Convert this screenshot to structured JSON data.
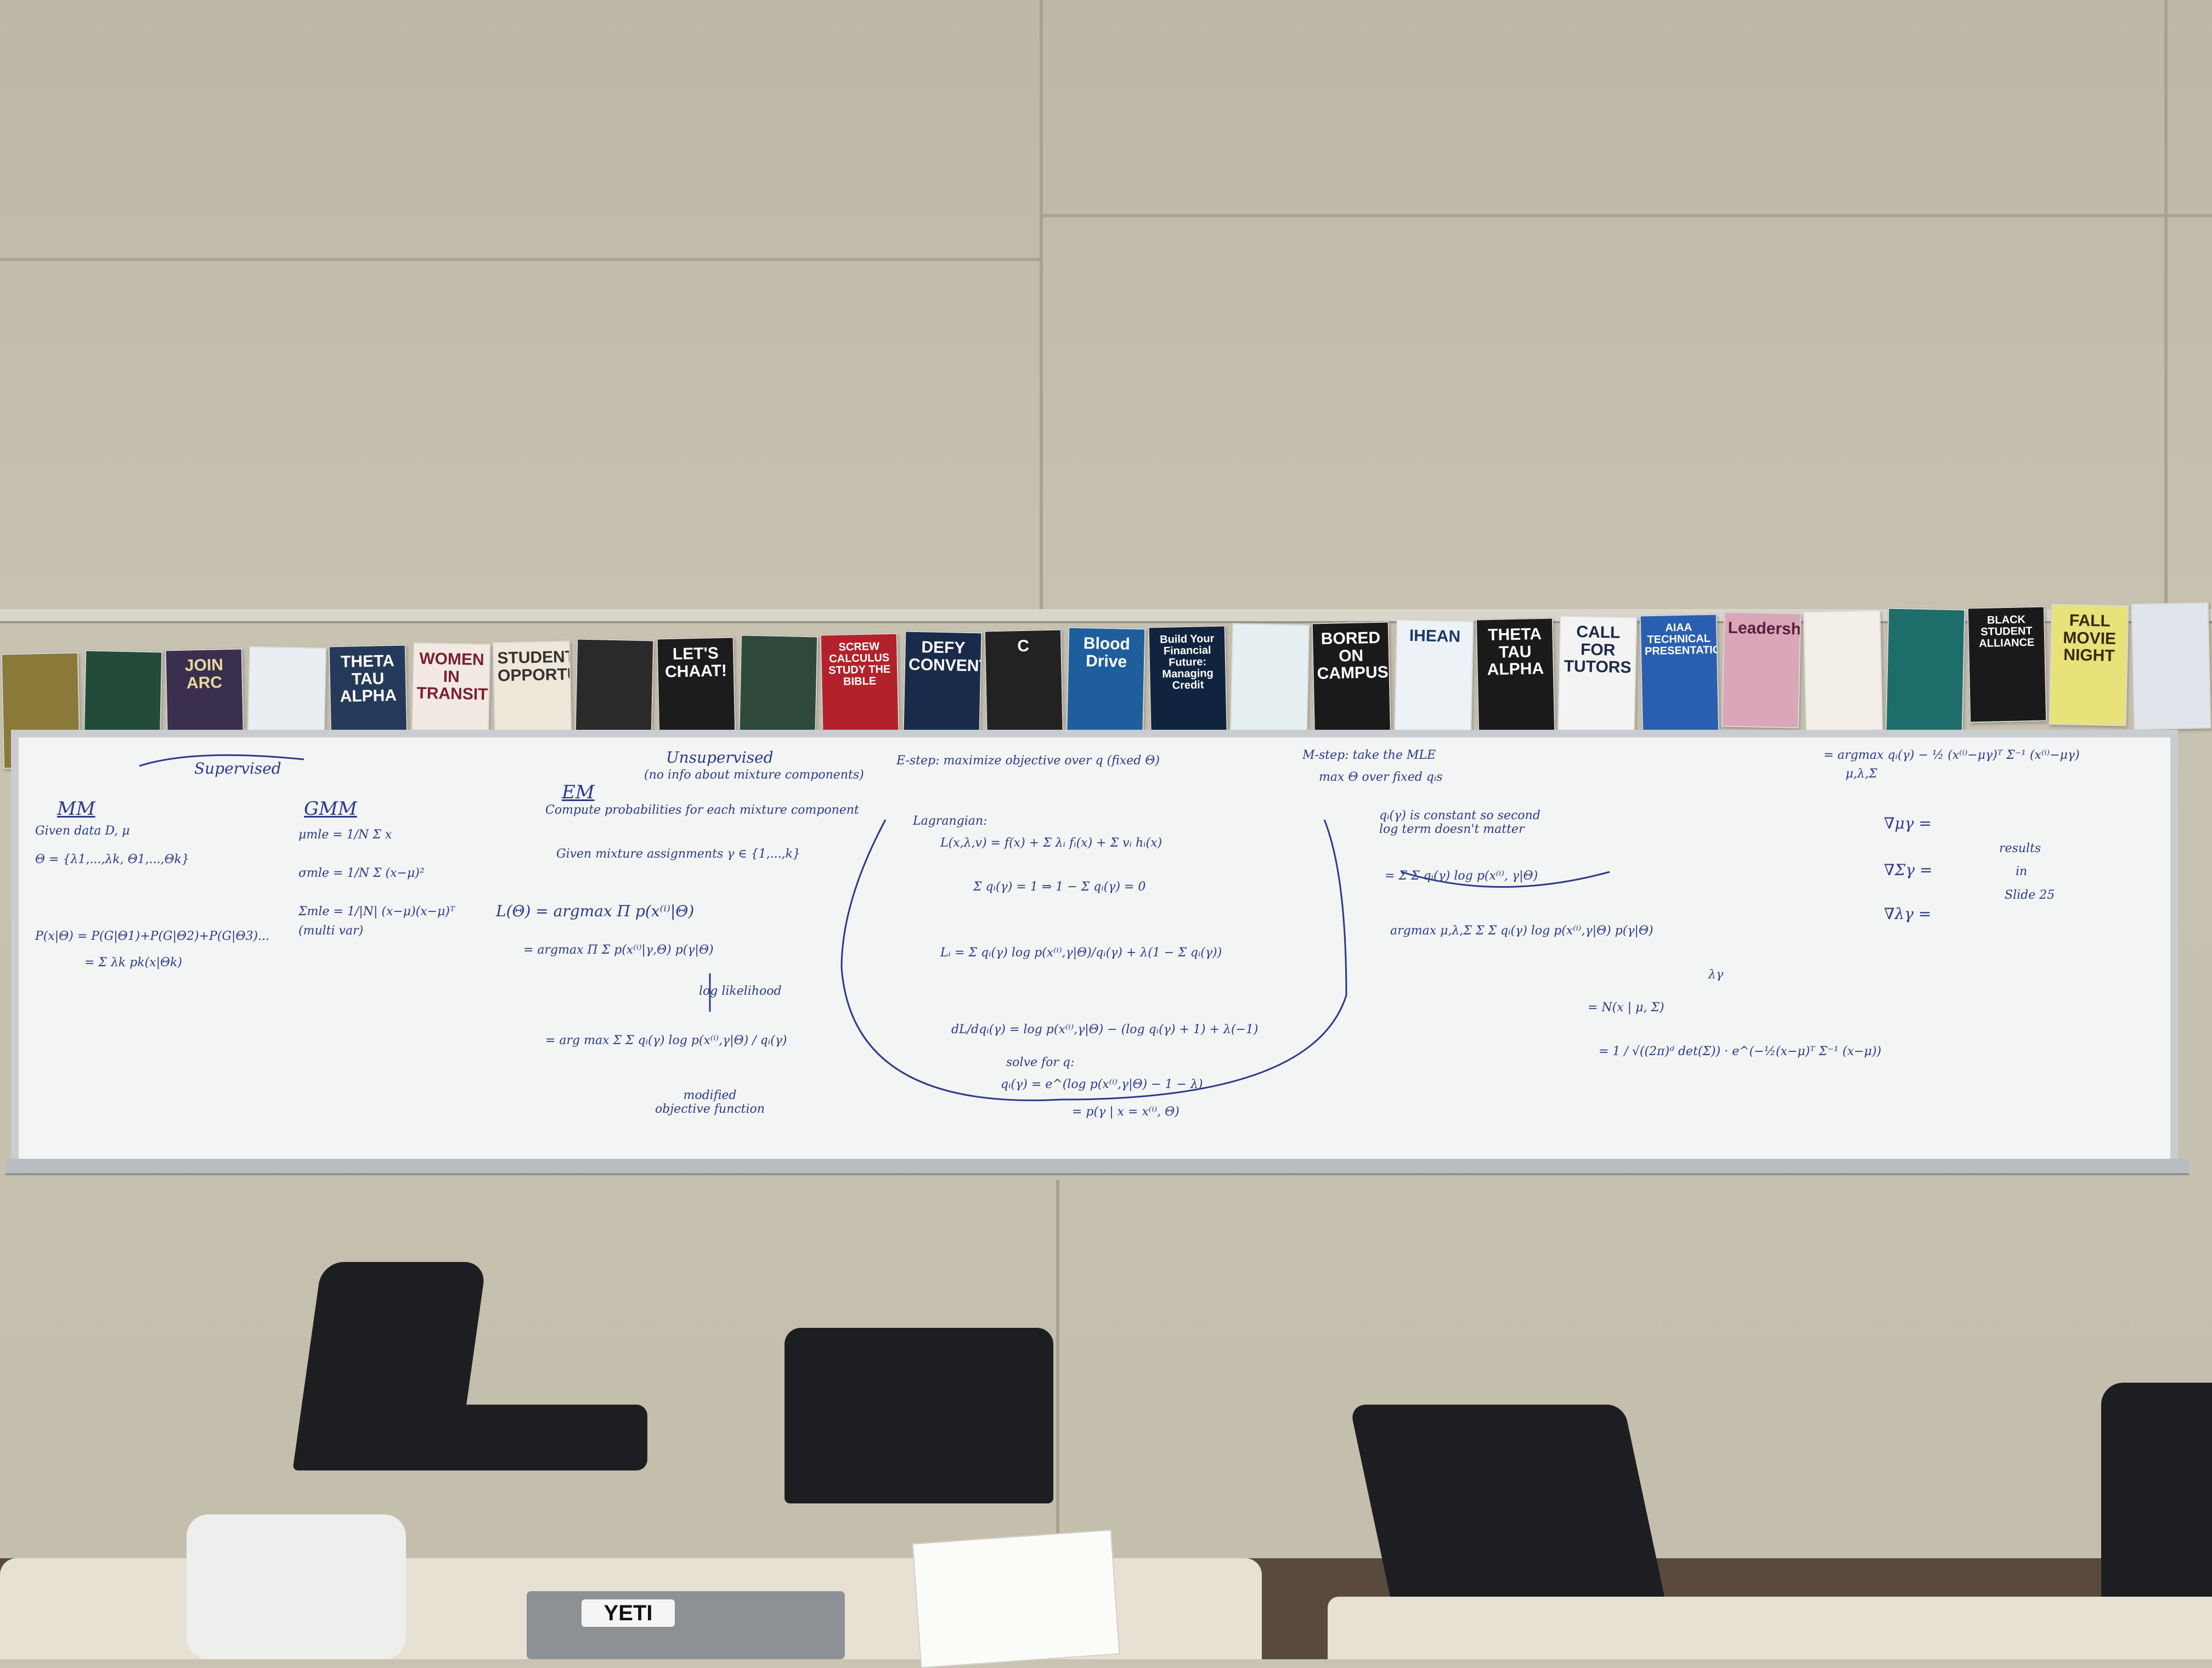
{
  "scene": {
    "colors": {
      "wall": "#c6c0ae",
      "whiteboard": "#f3f4f4",
      "ink": "#2b3a8a"
    }
  },
  "whiteboard": {
    "supervised": "Supervised",
    "unsupervised": "Unsupervised",
    "unsupervised_note": "(no info about mixture components)",
    "mm_title": "MM",
    "mm_given": "Given data D, μ",
    "mm_theta": "Θ = {λ1,...,λk, Θ1,...,Θk}",
    "mm_prob": "P(x|Θ) = P(G|Θ1)+P(G|Θ2)+P(G|Θ3)...",
    "mm_sum": "= Σ λk pk(x|Θk)",
    "gmm_title": "GMM",
    "gmm_mu": "μmle = 1/N Σ x",
    "gmm_sigma": "σmle = 1/N Σ (x−μ)²",
    "gmm_Sigma": "Σmle = 1/|N| (x−μ)(x−μ)ᵀ",
    "gmm_multi": "(multi var)",
    "em_title": "EM",
    "em_compute": "Compute probabilities for each mixture component",
    "em_given": "Given mixture assignments γ ∈ {1,...,k}",
    "em_L": "L(Θ) = argmax Π p(x⁽ⁱ⁾|Θ)",
    "em_L2": "= argmax Π Σ p(x⁽ⁱ⁾|γ,Θ) p(γ|Θ)",
    "em_log": "log likelihood",
    "em_argmax": "= arg max Σ Σ qᵢ(γ) log p(x⁽ⁱ⁾,γ|Θ) / qᵢ(γ)",
    "em_modified": "modified objective function",
    "estep": "E-step: maximize objective over q (fixed Θ)",
    "lagrangian": "Lagrangian:",
    "lag_eq": "L(x,λ,v) = f(x) + Σ λᵢ fᵢ(x) + Σ vᵢ hᵢ(x)",
    "lag_constraint": "Σ qᵢ(γ) = 1   ⇒  1 − Σ qᵢ(γ) = 0",
    "lag_Li": "Lᵢ = Σ qᵢ(γ) log p(x⁽ⁱ⁾,γ|Θ)/qᵢ(γ) + λ(1 − Σ qᵢ(γ))",
    "lag_deriv": "dL/dqᵢ(γ) = log p(x⁽ⁱ⁾,γ|Θ) − (log qᵢ(γ) + 1) + λ(−1)",
    "solve": "solve for q:",
    "solve_eq": "qᵢ(γ) = e^(log p(x⁽ⁱ⁾,γ|Θ) − 1 − λ)",
    "solve_result": "= p(γ | x = x⁽ⁱ⁾, Θ)",
    "mstep": "M-step: take the MLE",
    "mstep_max": "max Θ over fixed qᵢs",
    "mstep_note": "qᵢ(γ) is constant so second log term doesn't matter",
    "mstep_eq": "= Σ Σ qᵢ(γ) log p(x⁽ⁱ⁾, γ|Θ)",
    "mstep_argmax": "argmax μ,λ,Σ  Σ Σ qᵢ(γ) log p(x⁽ⁱ⁾,γ|Θ) p(γ|Θ)",
    "mstep_lambda": "λγ",
    "normal": "= N(x | μ, Σ)",
    "normal_frac": "= 1 / √((2π)ᵈ det(Σ)) · e^(−½(x−μ)ᵀ Σ⁻¹ (x−μ))",
    "right_argmax": "= argmax qᵢ(γ) − ½ (x⁽ⁱ⁾−μγ)ᵀ Σ⁻¹ (x⁽ⁱ⁾−μγ)",
    "right_sub": "μ,λ,Σ",
    "grad_mu": "∇μγ =",
    "grad_sigma": "∇Σγ =",
    "grad_lambda": "∇λγ =",
    "results": "results",
    "results_in": "in",
    "results_slide": "Slide 25"
  },
  "posters": [
    {
      "text": "",
      "color": "#8a7a3a",
      "fg": "#f0e0a0"
    },
    {
      "text": "",
      "color": "#234b3a",
      "fg": "#ffffff"
    },
    {
      "text": "JOIN ARC",
      "color": "#3a2f4f",
      "fg": "#e8d9a0"
    },
    {
      "text": "",
      "color": "#e9eef2",
      "fg": "#234"
    },
    {
      "text": "THETA TAU ALPHA",
      "color": "#253a5a",
      "fg": "#ffffff"
    },
    {
      "text": "WOMEN IN TRANSIT",
      "color": "#f2e9e2",
      "fg": "#7a2030"
    },
    {
      "text": "STUDENT OPPORTUNITY",
      "color": "#efe7da",
      "fg": "#333"
    },
    {
      "text": "",
      "color": "#2a2a2a",
      "fg": "#ddd"
    },
    {
      "text": "LET'S CHAAT!",
      "color": "#1c1c1c",
      "fg": "#ffffff"
    },
    {
      "text": "",
      "color": "#2f4a3a",
      "fg": "#ffffff"
    },
    {
      "text": "SCREW CALCULUS STUDY THE BIBLE",
      "color": "#b3222a",
      "fg": "#ffffff"
    },
    {
      "text": "DEFY CONVENTION",
      "color": "#1a2a4a",
      "fg": "#ffffff"
    },
    {
      "text": "C",
      "color": "#222",
      "fg": "#ffffff"
    },
    {
      "text": "Blood Drive",
      "color": "#1f5e9c",
      "fg": "#ffffff"
    },
    {
      "text": "Build Your Financial Future: Managing Credit",
      "color": "#10243f",
      "fg": "#ffffff"
    },
    {
      "text": "",
      "color": "#e6f0f2",
      "fg": "#234"
    },
    {
      "text": "BORED ON CAMPUS?",
      "color": "#1a1a1a",
      "fg": "#ffffff"
    },
    {
      "text": "IHEAN",
      "color": "#edf2f7",
      "fg": "#1a3a6a"
    },
    {
      "text": "THETA TAU ALPHA",
      "color": "#1a1a1a",
      "fg": "#ffffff"
    },
    {
      "text": "CALL FOR TUTORS",
      "color": "#f3f3f3",
      "fg": "#1a2a4a"
    },
    {
      "text": "AIAA TECHNICAL PRESENTATION",
      "color": "#2a5fb0",
      "fg": "#ffffff"
    },
    {
      "text": "Leadership",
      "color": "#d9a7b7",
      "fg": "#5a2040"
    },
    {
      "text": "",
      "color": "#f3eee8",
      "fg": "#b33"
    },
    {
      "text": "",
      "color": "#1d6e6a",
      "fg": "#ffffff"
    },
    {
      "text": "BLACK STUDENT ALLIANCE",
      "color": "#1a1a1a",
      "fg": "#ffffff"
    },
    {
      "text": "FALL MOVIE NIGHT",
      "color": "#e8e27a",
      "fg": "#3a2a10"
    },
    {
      "text": "",
      "color": "#dfe5ea",
      "fg": "#234"
    }
  ],
  "foreground": {
    "laptop_sticker": "YETI"
  }
}
